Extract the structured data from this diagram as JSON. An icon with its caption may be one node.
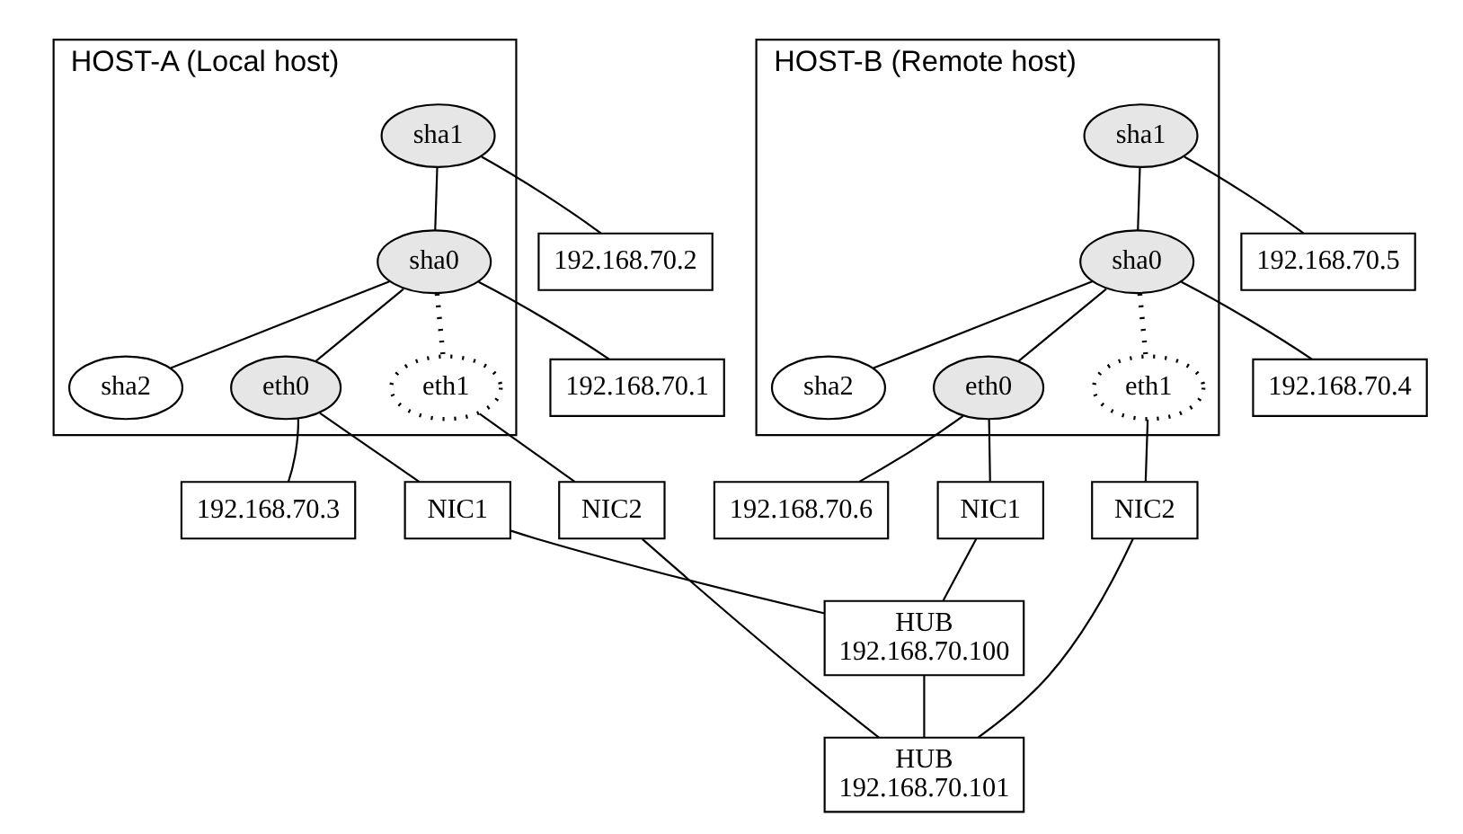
{
  "diagram": {
    "nodes": [
      {
        "text": [
          "HOST-A (Local host)"
        ]
      },
      {
        "text": [
          "192.168.70.2"
        ]
      },
      {
        "text": [
          "sha1"
        ],
        "in": 0
      },
      {
        "text": [
          "192.168.70.1"
        ]
      },
      {
        "text": [
          "sha0"
        ],
        "in": 0
      },
      {
        "text": [
          "sha2"
        ],
        "in": 0
      },
      {
        "text": [
          "eth0"
        ],
        "in": 0
      },
      {
        "text": [
          "eth1"
        ],
        "in": 0
      },
      {
        "text": [
          "NIC1"
        ]
      },
      {
        "text": [
          "NIC2"
        ]
      },
      {
        "text": [
          "192.168.70.3"
        ]
      },
      {
        "text": [
          "HOST-B (Remote host)"
        ]
      },
      {
        "text": [
          "192.168.70.5"
        ]
      },
      {
        "text": [
          "sha1"
        ],
        "in": 11
      },
      {
        "text": [
          "192.168.70.4"
        ]
      },
      {
        "text": [
          "sha0"
        ],
        "in": 11
      },
      {
        "text": [
          "sha2"
        ],
        "in": 11
      },
      {
        "text": [
          "eth0"
        ],
        "in": 11
      },
      {
        "text": [
          "eth1"
        ],
        "in": 11
      },
      {
        "text": [
          "NIC1"
        ]
      },
      {
        "text": [
          "NIC2"
        ]
      },
      {
        "text": [
          "192.168.70.6"
        ]
      },
      {
        "text": [
          "HUB",
          "192.168.70.100"
        ]
      },
      {
        "text": [
          "HUB",
          "192.168.70.101"
        ]
      }
    ],
    "edges": [
      {
        "from": 1,
        "to": 2,
        "arrow": "none"
      },
      {
        "from": 2,
        "to": 4,
        "arrow": "none"
      },
      {
        "from": 3,
        "to": 4,
        "arrow": "none"
      },
      {
        "from": 4,
        "to": 5,
        "arrow": "none"
      },
      {
        "from": 4,
        "to": 6,
        "arrow": "none"
      },
      {
        "from": 4,
        "to": 7,
        "arrow": "none",
        "style": "dashed"
      },
      {
        "from": 10,
        "to": 6,
        "arrow": "none"
      },
      {
        "from": 6,
        "to": 8,
        "arrow": "none"
      },
      {
        "from": 7,
        "to": 9,
        "arrow": "none"
      },
      {
        "from": 12,
        "to": 13,
        "arrow": "none"
      },
      {
        "from": 13,
        "to": 15,
        "arrow": "none"
      },
      {
        "from": 14,
        "to": 15,
        "arrow": "none"
      },
      {
        "from": 15,
        "to": 16,
        "arrow": "none"
      },
      {
        "from": 15,
        "to": 17,
        "arrow": "none"
      },
      {
        "from": 15,
        "to": 18,
        "arrow": "none",
        "style": "dashed"
      },
      {
        "from": 21,
        "to": 17,
        "arrow": "none"
      },
      {
        "from": 17,
        "to": 19,
        "arrow": "none"
      },
      {
        "from": 18,
        "to": 20,
        "arrow": "none"
      },
      {
        "from": 8,
        "to": 22,
        "arrow": "none"
      },
      {
        "from": 9,
        "to": 23,
        "arrow": "none"
      },
      {
        "from": 19,
        "to": 22,
        "arrow": "none"
      },
      {
        "from": 20,
        "to": 23,
        "arrow": "none"
      },
      {
        "from": 22,
        "to": 23,
        "arrow": "none"
      }
    ]
  }
}
